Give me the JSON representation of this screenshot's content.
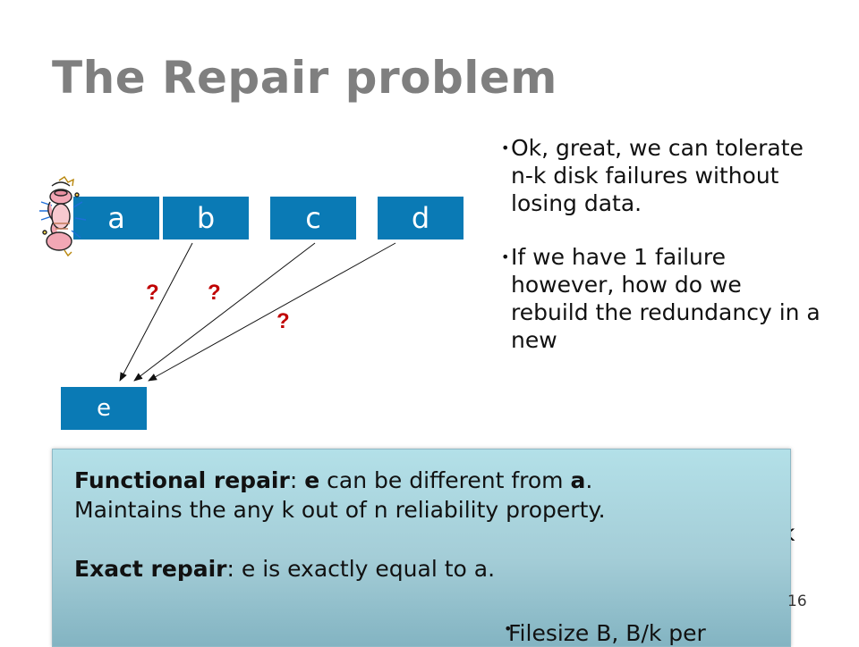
{
  "slide": {
    "title": "The Repair problem",
    "page_number": "16"
  },
  "bullets": [
    "Ok, great, we can tolerate n-k disk failures without losing data.",
    "If we have 1 failure however, how do we rebuild the redundancy in a new"
  ],
  "lower_bullet": "Filesize B, B/k per",
  "peek_fragment": "k",
  "diagram": {
    "nodes": [
      "a",
      "b",
      "c",
      "d"
    ],
    "new_node": "e",
    "question_marks": [
      "?",
      "?",
      "?"
    ],
    "colors": {
      "node": "#0a7ab5",
      "question": "#c00000",
      "arrow": "#111111"
    },
    "broken_node_icon": "exploding-disk-icon"
  },
  "panel": {
    "functional_label": "Functional repair",
    "functional_colon": ":",
    "functional_e": "e",
    "functional_mid": "can be different from",
    "functional_a": "a",
    "functional_end": ". Maintains the any k out of n reliability property.",
    "exact_label": "Exact repair",
    "exact_text": ": e is exactly equal to a."
  }
}
